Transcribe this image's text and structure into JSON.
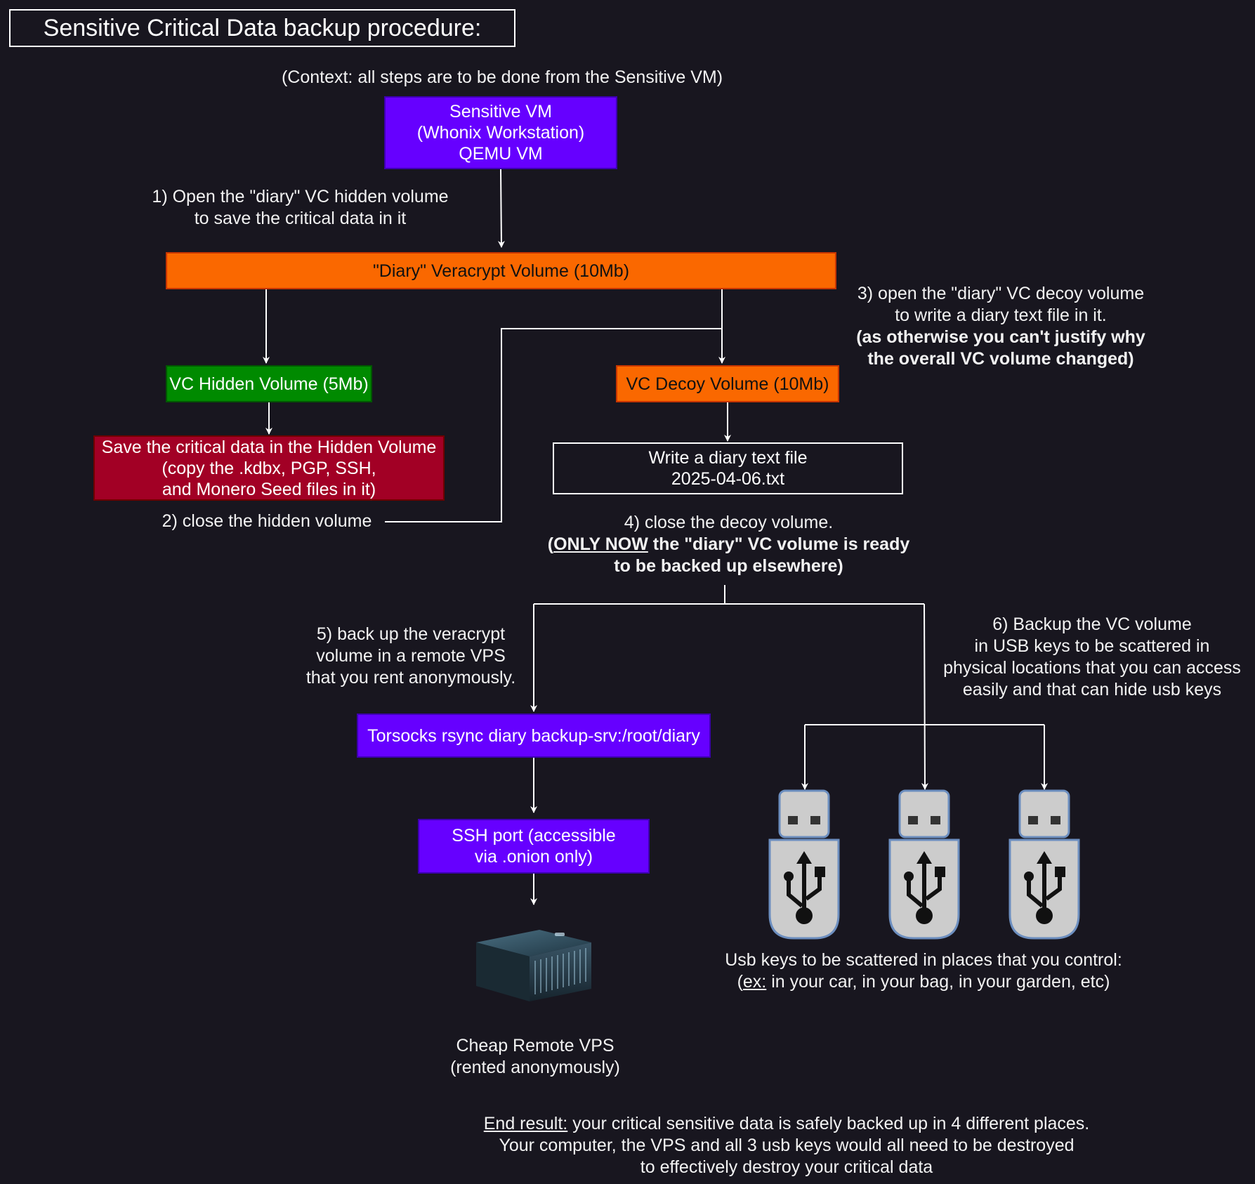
{
  "title": "Sensitive Critical Data backup procedure:",
  "context": "(Context: all steps are to be done from the Sensitive VM)",
  "sensitive_vm": [
    "Sensitive VM",
    "(Whonix Workstation)",
    "QEMU VM"
  ],
  "step1": [
    "1) Open the \"diary\" VC hidden volume",
    "to save the critical data in it"
  ],
  "diary_volume": "\"Diary\" Veracrypt Volume (10Mb)",
  "hidden_volume": "VC Hidden Volume (5Mb)",
  "decoy_volume": "VC Decoy Volume (10Mb)",
  "step3": {
    "line1": "3) open the \"diary\" VC decoy volume",
    "line2": "to write a diary text file in it.",
    "bold1": "(as otherwise you can't justify why",
    "bold2": "the overall VC volume changed)"
  },
  "save_box": [
    "Save the critical data in the Hidden Volume",
    "(copy the .kdbx, PGP, SSH,",
    "and Monero Seed files in it)"
  ],
  "step2": "2) close the hidden volume",
  "diary_file": [
    "Write a diary text file",
    "2025-04-06.txt"
  ],
  "step4": {
    "line1": "4) close the decoy volume.",
    "open_paren": "(",
    "only_now": "ONLY NOW",
    "bold_rest": " the \"diary\" VC volume is ready",
    "bold2": "to be backed up elsewhere)"
  },
  "step5": [
    "5) back up the veracrypt",
    "volume in a remote VPS",
    "that you rent anonymously."
  ],
  "step6": [
    "6) Backup the VC volume",
    "in USB keys to be scattered in",
    "physical locations that you can access",
    "easily and that can hide usb keys"
  ],
  "rsync": "Torsocks rsync diary backup-srv:/root/diary",
  "ssh": [
    "SSH port (accessible",
    "via .onion only)"
  ],
  "vps_label": [
    "Cheap Remote VPS",
    "(rented anonymously)"
  ],
  "usb_caption": {
    "line1": "Usb keys to be scattered in places that you control:",
    "open_paren": "(",
    "ex": "ex:",
    "rest": " in your car, in your bag, in your garden, etc)"
  },
  "end_result": {
    "label": "End result:",
    "line1_rest": " your critical sensitive data is safely backed up in 4 different places.",
    "line2": "Your computer, the VPS and all 3 usb keys would all need to be destroyed",
    "line3": "to effectively destroy your critical data"
  },
  "colors": {
    "background": "#18161f",
    "purple": "#6600ff",
    "orange": "#fa6800",
    "green": "#008a00",
    "red": "#a20025",
    "usb_fill": "#cccccc",
    "usb_stroke": "#6c8ebf"
  },
  "icons": [
    "usb-key-icon",
    "server-icon",
    "arrow-icon"
  ]
}
